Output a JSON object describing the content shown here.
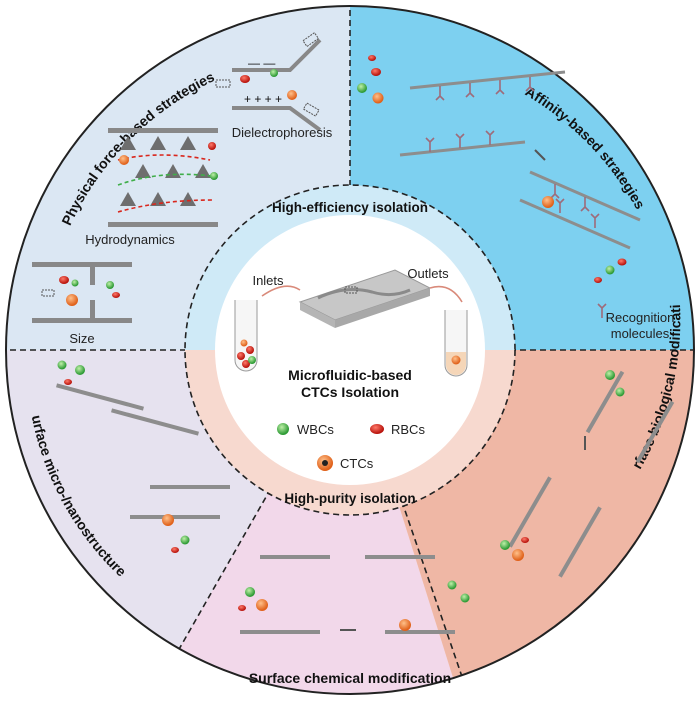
{
  "sections": {
    "physical": {
      "title": "Physical force-based strategies",
      "labels": {
        "dielectrophoresis": "Dielectrophoresis",
        "hydrodynamics": "Hydrodynamics",
        "size": "Size"
      }
    },
    "affinity": {
      "title": "Affinity-based strategies",
      "labels": {
        "recognition_1": "Recognition",
        "recognition_2": "molecules"
      }
    },
    "micro": {
      "title": "Surface micro-/nanostructures"
    },
    "chemical": {
      "title": "Surface chemical modification"
    },
    "biological": {
      "title": "Surface biological modification"
    }
  },
  "inner_ring": {
    "top": "High-efficiency isolation",
    "bottom": "High-purity isolation"
  },
  "center": {
    "title_line1": "Microfluidic-based",
    "title_line2": "CTCs Isolation",
    "inlets": "Inlets",
    "outlets": "Outlets",
    "legend": {
      "wbc": "WBCs",
      "rbc": "RBCs",
      "ctc": "CTCs"
    }
  },
  "colors": {
    "physical_bg": "#dbe7f3",
    "affinity_bg": "#7dd0f0",
    "micro_bg": "#e6e2ef",
    "chemical_bg": "#f2d8ea",
    "biological_bg": "#efb7a5",
    "inner_top": "#cfeaf7",
    "inner_bottom": "#f7d9cf",
    "wbc": "#3fae49",
    "rbc": "#d9261c",
    "ctc": "#f07a32"
  }
}
